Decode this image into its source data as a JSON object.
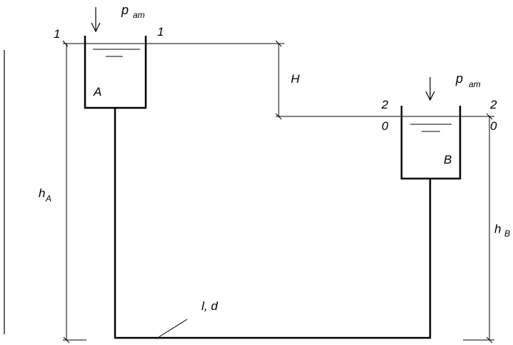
{
  "labels": {
    "section1_left": "1",
    "section1_right": "1",
    "section2_left": "2",
    "section2_right": "2",
    "datum_left": "0",
    "datum_right": "0",
    "patm_main_A": "p",
    "patm_sub_A": "ат",
    "patm_main_B": "p",
    "patm_sub_B": "ат",
    "tank_A": "A",
    "tank_B": "B",
    "head_H": "H",
    "hA_main": "h",
    "hA_sub": "A",
    "hB_main": "h",
    "hB_sub": "B",
    "pipe": "l, d"
  }
}
